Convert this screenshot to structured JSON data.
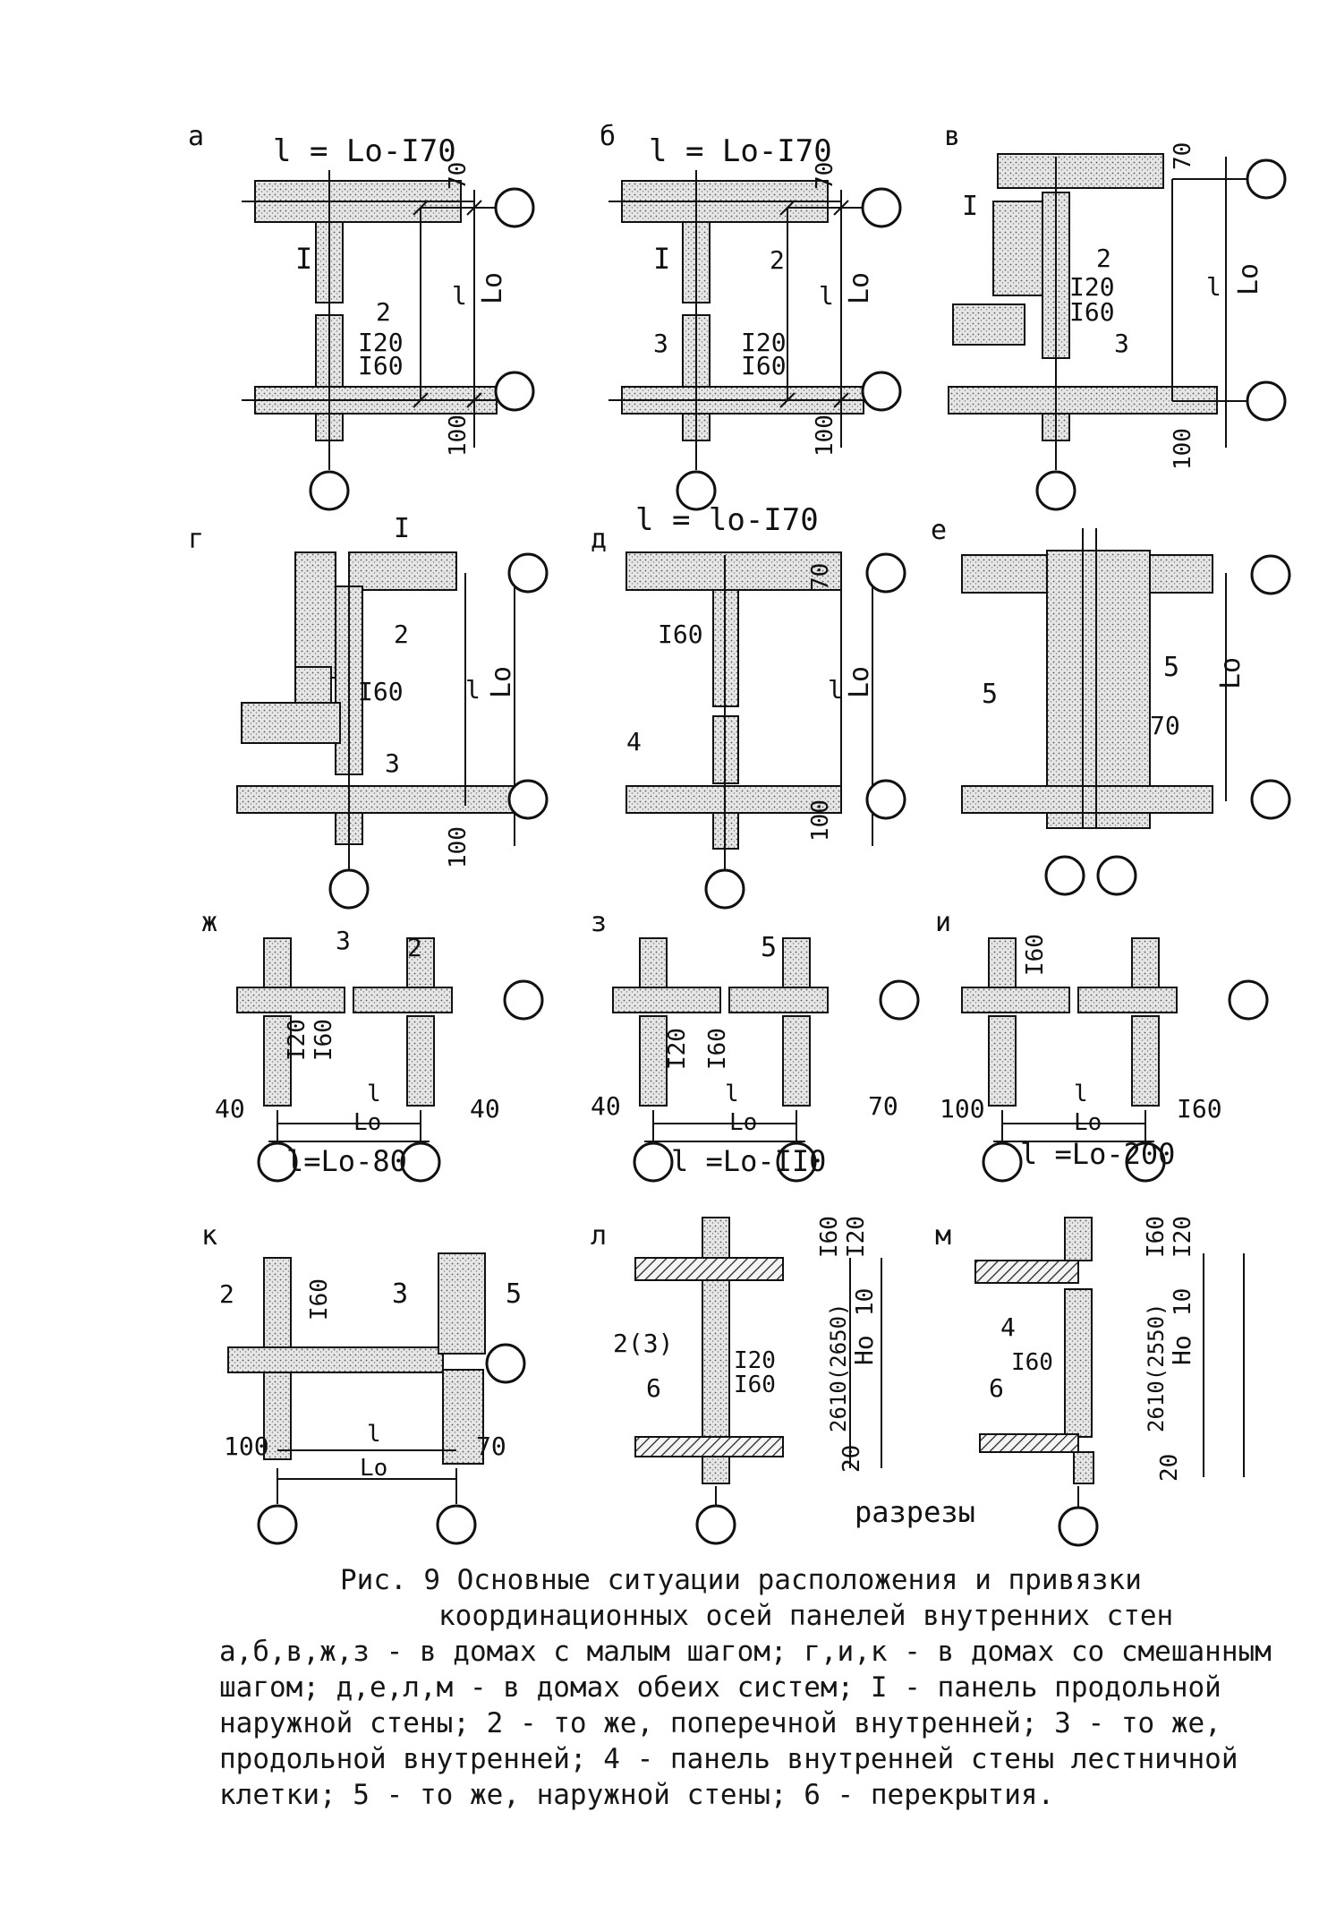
{
  "figure": {
    "panels": [
      {
        "letter": "а",
        "formula": "l = Lo-I70",
        "labels": [
          "I",
          "2",
          "I20",
          "I60",
          "70",
          "100",
          "l",
          "Lo"
        ]
      },
      {
        "letter": "б",
        "formula": "l = Lo-I70",
        "labels": [
          "I",
          "2",
          "3",
          "I20",
          "I60",
          "70",
          "100",
          "l",
          "Lo"
        ]
      },
      {
        "letter": "в",
        "formula": "",
        "labels": [
          "I",
          "2",
          "3",
          "I20",
          "I60",
          "70",
          "100",
          "l",
          "Lo"
        ]
      },
      {
        "letter": "г",
        "formula": "",
        "labels": [
          "I",
          "2",
          "3",
          "I60",
          "100",
          "l",
          "Lo"
        ]
      },
      {
        "letter": "д",
        "formula": "l = lo-I70",
        "labels": [
          "I60",
          "4",
          "70",
          "100",
          "l",
          "Lo"
        ]
      },
      {
        "letter": "е",
        "formula": "",
        "labels": [
          "5",
          "5",
          "70",
          "Lo"
        ]
      },
      {
        "letter": "ж",
        "formula": "l=Lo-80",
        "labels": [
          "3",
          "2",
          "I20",
          "I60",
          "40",
          "40",
          "l",
          "Lo"
        ]
      },
      {
        "letter": "з",
        "formula": "l =Lo-II0",
        "labels": [
          "5",
          "I20",
          "I60",
          "40",
          "70",
          "l",
          "Lo"
        ]
      },
      {
        "letter": "и",
        "formula": "l =Lo-200",
        "labels": [
          "I60",
          "100",
          "I60",
          "l",
          "Lo"
        ]
      },
      {
        "letter": "к",
        "formula": "",
        "labels": [
          "2",
          "I60",
          "3",
          "5",
          "100",
          "70",
          "l",
          "Lo"
        ]
      },
      {
        "letter": "л",
        "formula": "",
        "labels": [
          "2(3)",
          "I20",
          "I60",
          "6",
          "2610(2650)",
          "I60",
          "I20",
          "10",
          "Ho",
          "20"
        ]
      },
      {
        "letter": "м",
        "formula": "",
        "labels": [
          "4",
          "I60",
          "6",
          "2610(2550)",
          "I60",
          "I20",
          "10",
          "Ho",
          "20"
        ]
      }
    ],
    "sections_label": "разрезы"
  },
  "caption": {
    "title_line1": "Рис. 9  Основные ситуации расположения и привязки",
    "title_line2": "координационных осей панелей внутренних стен",
    "body_line1": "а,б,в,ж,з - в домах с малым шагом; г,и,к - в домах со смешанным",
    "body_line2": "шагом; д,е,л,м - в домах обеих систем; I - панель продольной",
    "body_line3": "наружной стены; 2 - то же, поперечной внутренней; 3 - то же,",
    "body_line4": "продольной внутренней; 4 - панель внутренней стены лестничной",
    "body_line5": "клетки; 5 - то же, наружной стены; 6 - перекрытия."
  },
  "colors": {
    "ink": "#111111",
    "paper": "#ffffff",
    "fill": "#d8d8d8"
  }
}
